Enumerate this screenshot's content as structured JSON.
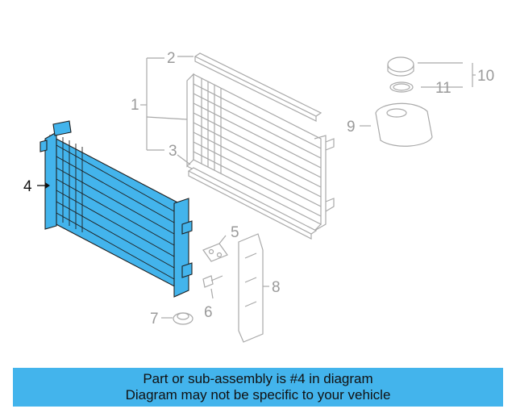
{
  "callouts": [
    "1",
    "2",
    "3",
    "4",
    "5",
    "6",
    "7",
    "8",
    "9",
    "10",
    "11"
  ],
  "highlight_color": "#43b4ec",
  "banner": {
    "line1": "Part or sub-assembly is #4 in diagram",
    "line2": "Diagram may not be specific to your vehicle"
  }
}
